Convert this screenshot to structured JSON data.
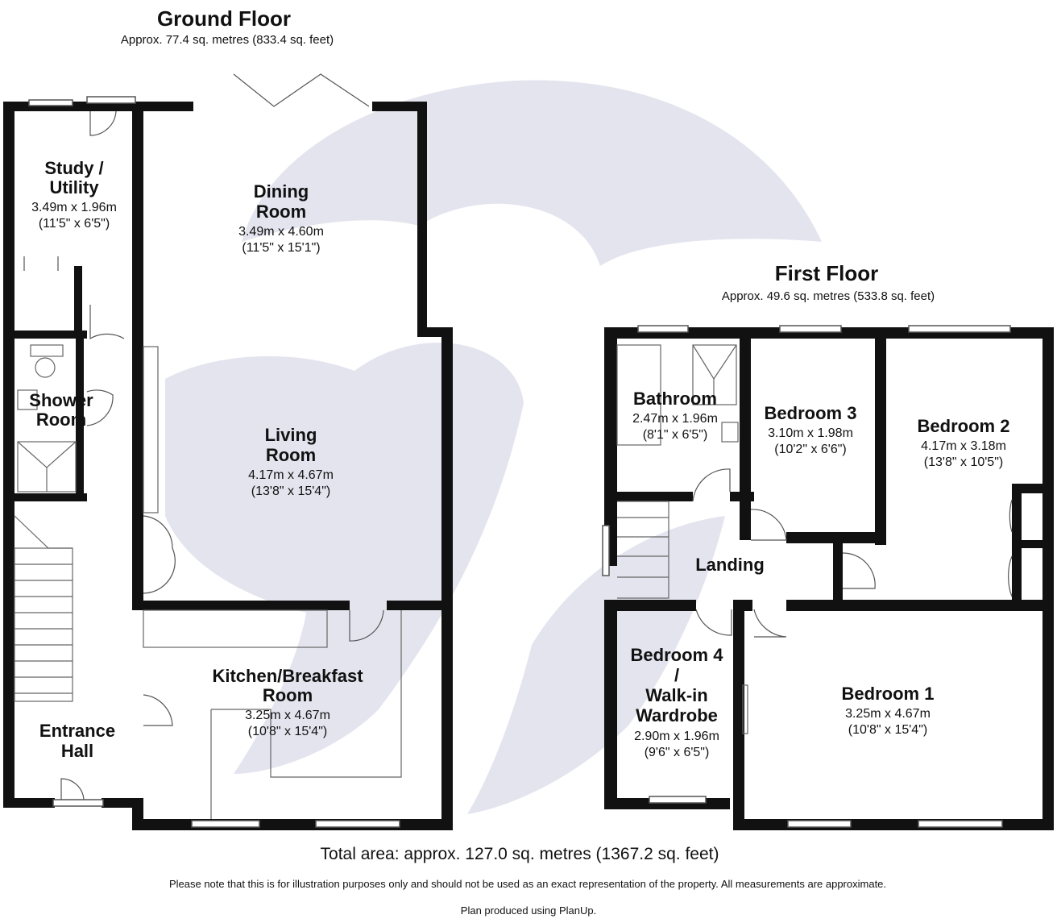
{
  "ground_floor": {
    "title": "Ground Floor",
    "area": "Approx. 77.4 sq. metres (833.4 sq. feet)",
    "rooms": {
      "study": {
        "name_lines": [
          "Study /",
          "Utility"
        ],
        "metric": "3.49m x 1.96m",
        "imperial": "(11'5\" x 6'5\")"
      },
      "dining": {
        "name_lines": [
          "Dining",
          "Room"
        ],
        "metric": "3.49m x 4.60m",
        "imperial": "(11'5\" x 15'1\")"
      },
      "shower": {
        "name_lines": [
          "Shower",
          "Room"
        ]
      },
      "living": {
        "name_lines": [
          "Living",
          "Room"
        ],
        "metric": "4.17m x 4.67m",
        "imperial": "(13'8\" x 15'4\")"
      },
      "kitchen": {
        "name_lines": [
          "Kitchen/Breakfast",
          "Room"
        ],
        "metric": "3.25m x 4.67m",
        "imperial": "(10'8\" x 15'4\")"
      },
      "entrance": {
        "name_lines": [
          "Entrance",
          "Hall"
        ]
      }
    }
  },
  "first_floor": {
    "title": "First Floor",
    "area": "Approx. 49.6 sq. metres (533.8 sq. feet)",
    "rooms": {
      "bathroom": {
        "name_lines": [
          "Bathroom"
        ],
        "metric": "2.47m x 1.96m",
        "imperial": "(8'1\" x 6'5\")"
      },
      "bedroom3": {
        "name_lines": [
          "Bedroom 3"
        ],
        "metric": "3.10m x 1.98m",
        "imperial": "(10'2\" x 6'6\")"
      },
      "bedroom2": {
        "name_lines": [
          "Bedroom 2"
        ],
        "metric": "4.17m x 3.18m",
        "imperial": "(13'8\" x 10'5\")"
      },
      "landing": {
        "name_lines": [
          "Landing"
        ]
      },
      "bedroom4": {
        "name_lines": [
          "Bedroom 4",
          "/",
          "Walk-in",
          "Wardrobe"
        ],
        "metric": "2.90m x 1.96m",
        "imperial": "(9'6\" x 6'5\")"
      },
      "bedroom1": {
        "name_lines": [
          "Bedroom 1"
        ],
        "metric": "3.25m x 4.67m",
        "imperial": "(10'8\" x 15'4\")"
      }
    }
  },
  "footer": {
    "total": "Total area: approx. 127.0 sq. metres (1367.2 sq. feet)",
    "disclaimer": "Please note that this is for illustration purposes only and should not be used as an exact representation of the property. All measurements are approximate.",
    "credit": "Plan produced using PlanUp."
  },
  "colors": {
    "wall": "#111111",
    "watermark": "#e3e3ee"
  },
  "icons": [
    "watermark-logo-icon"
  ]
}
